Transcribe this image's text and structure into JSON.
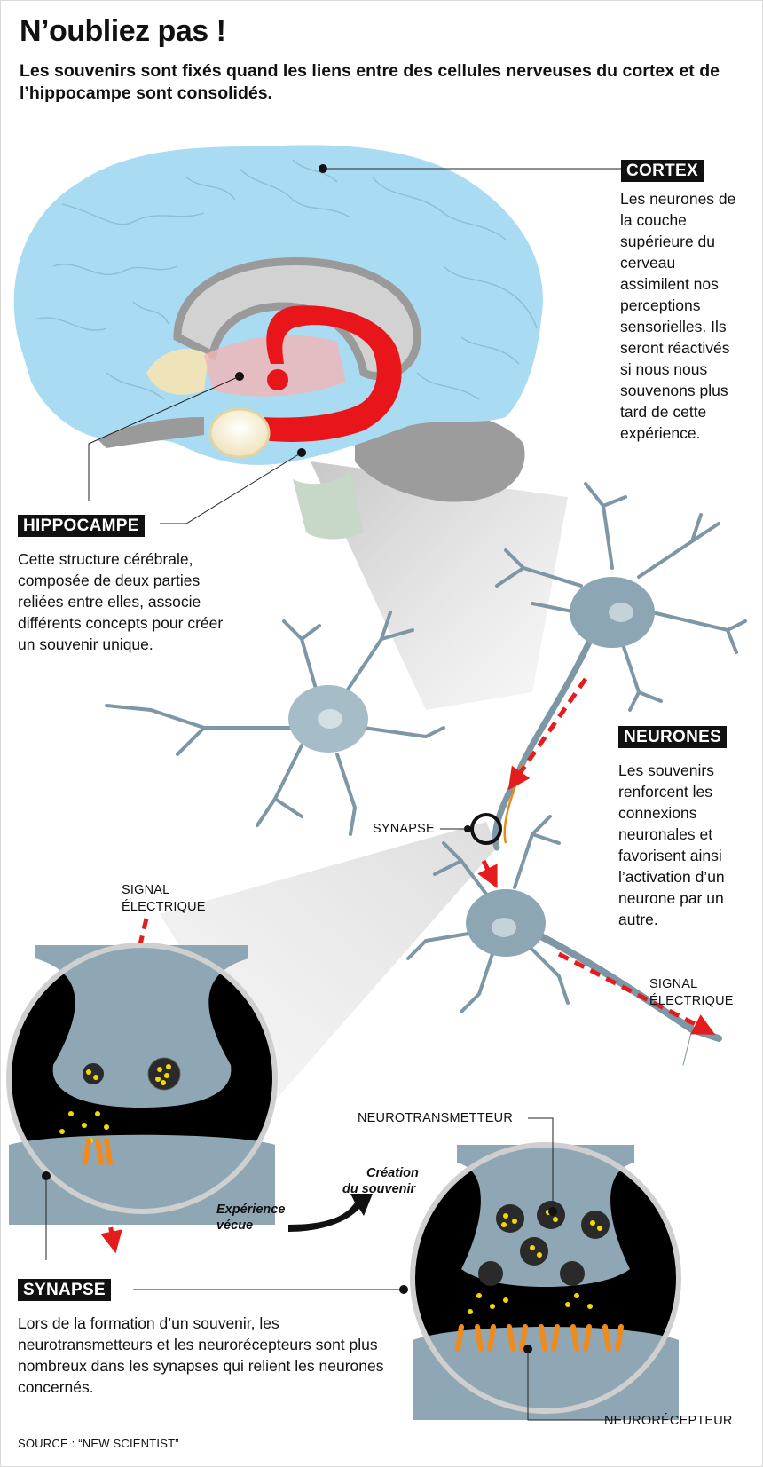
{
  "title": "N’oubliez pas !",
  "subtitle": "Les souvenirs sont fixés quand les liens entre des cellules nerveuses du cortex et de l’hippocampe sont consolidés.",
  "cortex": {
    "label": "CORTEX",
    "text": "Les neurones de la couche supérieure du cerveau assimilent nos perceptions sensorielles. Ils seront réactivés si nous nous souvenons plus tard de cette expérience."
  },
  "hippocampe": {
    "label": "HIPPOCAMPE",
    "text": "Cette structure cérébrale, composée de deux parties reliées entre elles, associe différents concepts pour créer un souvenir unique."
  },
  "neurones": {
    "label": "NEURONES",
    "text": "Les souvenirs renforcent les connexions neuronales et favorisent ainsi l’activation d’un neurone par un autre."
  },
  "synapse": {
    "label": "SYNAPSE",
    "text": "Lors de la formation d’un souvenir, les neurotransmetteurs et les neurorécepteurs sont plus nombreux dans les synapses qui relient les neurones concernés."
  },
  "labels": {
    "synapse_small": "SYNAPSE",
    "signal_line1": "SIGNAL",
    "signal_line2": "ÉLECTRIQUE",
    "neurotransmetteur": "NEUROTRANSMETTEUR",
    "neurorecepteur": "NEURORÉCEPTEUR",
    "experience_line1": "Expérience",
    "experience_line2": "vécue",
    "creation_line1": "Création",
    "creation_line2": "du souvenir"
  },
  "source": "SOURCE : “NEW SCIENTIST”",
  "colors": {
    "brain": "#a9dcf2",
    "hippocampus": "#e8161a",
    "neuron": "#7d97a6",
    "neurotransmitter": "#f5d800",
    "receptor": "#f08a1c"
  }
}
